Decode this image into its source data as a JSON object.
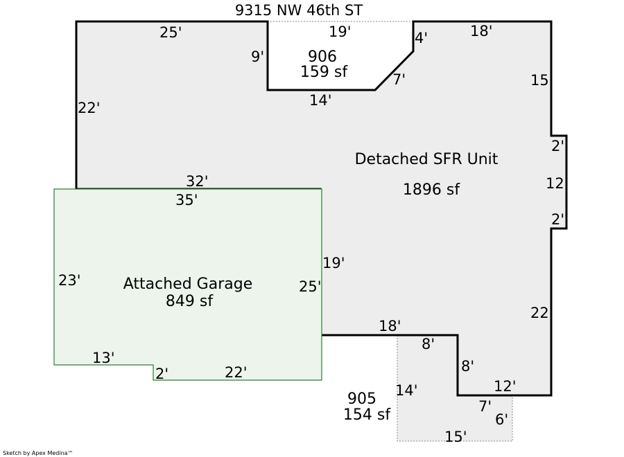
{
  "address": "9315 NW 46th ST",
  "credit": "Sketch by Apex Medina™",
  "colors": {
    "house_fill": "#ededed",
    "house_stroke": "#000000",
    "garage_fill": "#ecf4ec",
    "garage_stroke": "#2e7d32",
    "patio_fill": "#ededed",
    "patio_stroke": "#8a8a8a"
  },
  "areas": {
    "house": {
      "name": "Detached SFR Unit",
      "size": "1896 sf"
    },
    "garage": {
      "name": "Attached Garage",
      "size": "849 sf"
    },
    "area_906": {
      "name": "906",
      "size": "159 sf"
    },
    "area_905": {
      "name": "905",
      "size": "154 sf"
    }
  },
  "dimensions": {
    "house_top_left": "25'",
    "house_left": "22'",
    "notch_left": "9'",
    "notch_bottom": "14'",
    "notch_diag": "7'",
    "notch_right": "4'",
    "notch_top": "19'",
    "house_top_right": "18'",
    "house_right_upper": "15'",
    "bump_top": "2'",
    "bump_side": "12'",
    "bump_bottom": "2'",
    "house_right_lower": "22'",
    "house_bottom_step": "12'",
    "house_step_side": "8'",
    "house_step_top": "8'",
    "house_bottom_left": "18'",
    "house_garage_side": "19'",
    "house_garage_top": "32'",
    "garage_top": "35'",
    "garage_left": "23'",
    "garage_right": "25'",
    "garage_bottom_left": "13'",
    "garage_jog": "2'",
    "garage_bottom_right": "22'",
    "patio_left": "14'",
    "patio_bottom": "15'",
    "patio_right": "6'",
    "patio_top_right": "7'"
  }
}
